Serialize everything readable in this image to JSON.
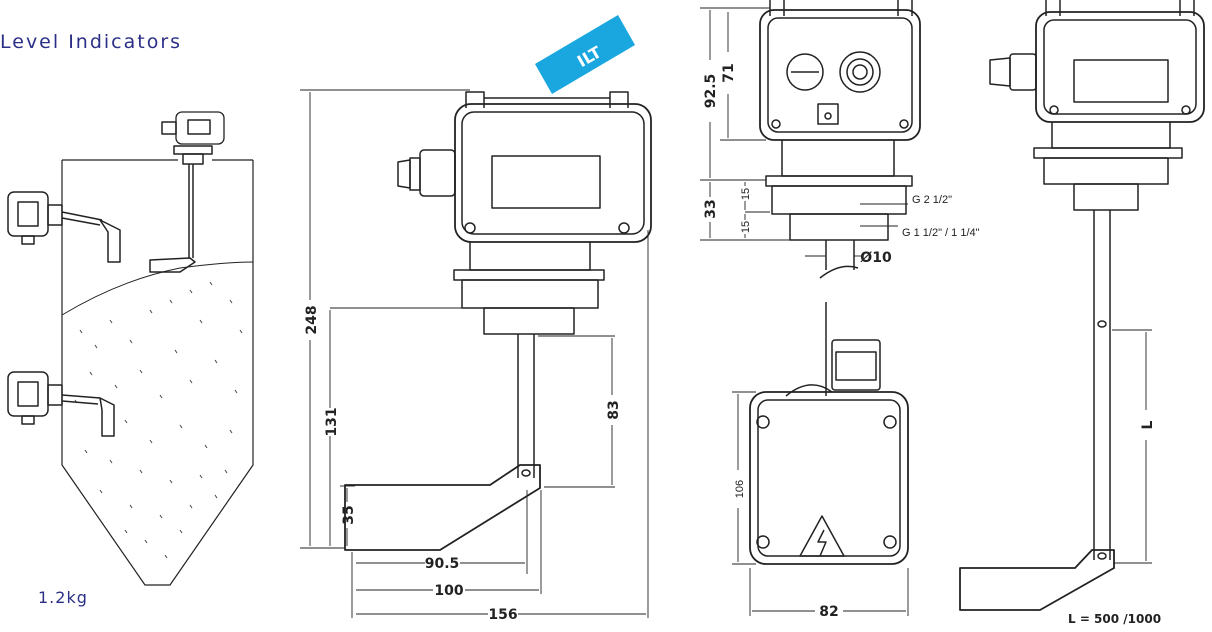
{
  "title": "Level  Indicators",
  "badge": "ILT",
  "weight": "1.2kg",
  "dims": {
    "d248": "248",
    "d131": "131",
    "d83": "83",
    "d35": "35",
    "d90_5": "90.5",
    "d100": "100",
    "d156": "156",
    "d92_5": "92.5",
    "d71": "71",
    "d33": "33",
    "d15a": "15",
    "d15b": "15",
    "d106": "106",
    "d82": "82",
    "dL": "L",
    "d10": "Ø10"
  },
  "threads": {
    "upper": "G 2 1/2\"",
    "lower": "G 1 1/2\" / 1 1/4\""
  },
  "length_options": "L = 500 /1000",
  "colors": {
    "badge": "#1aa7df",
    "title": "#2b2f86"
  }
}
